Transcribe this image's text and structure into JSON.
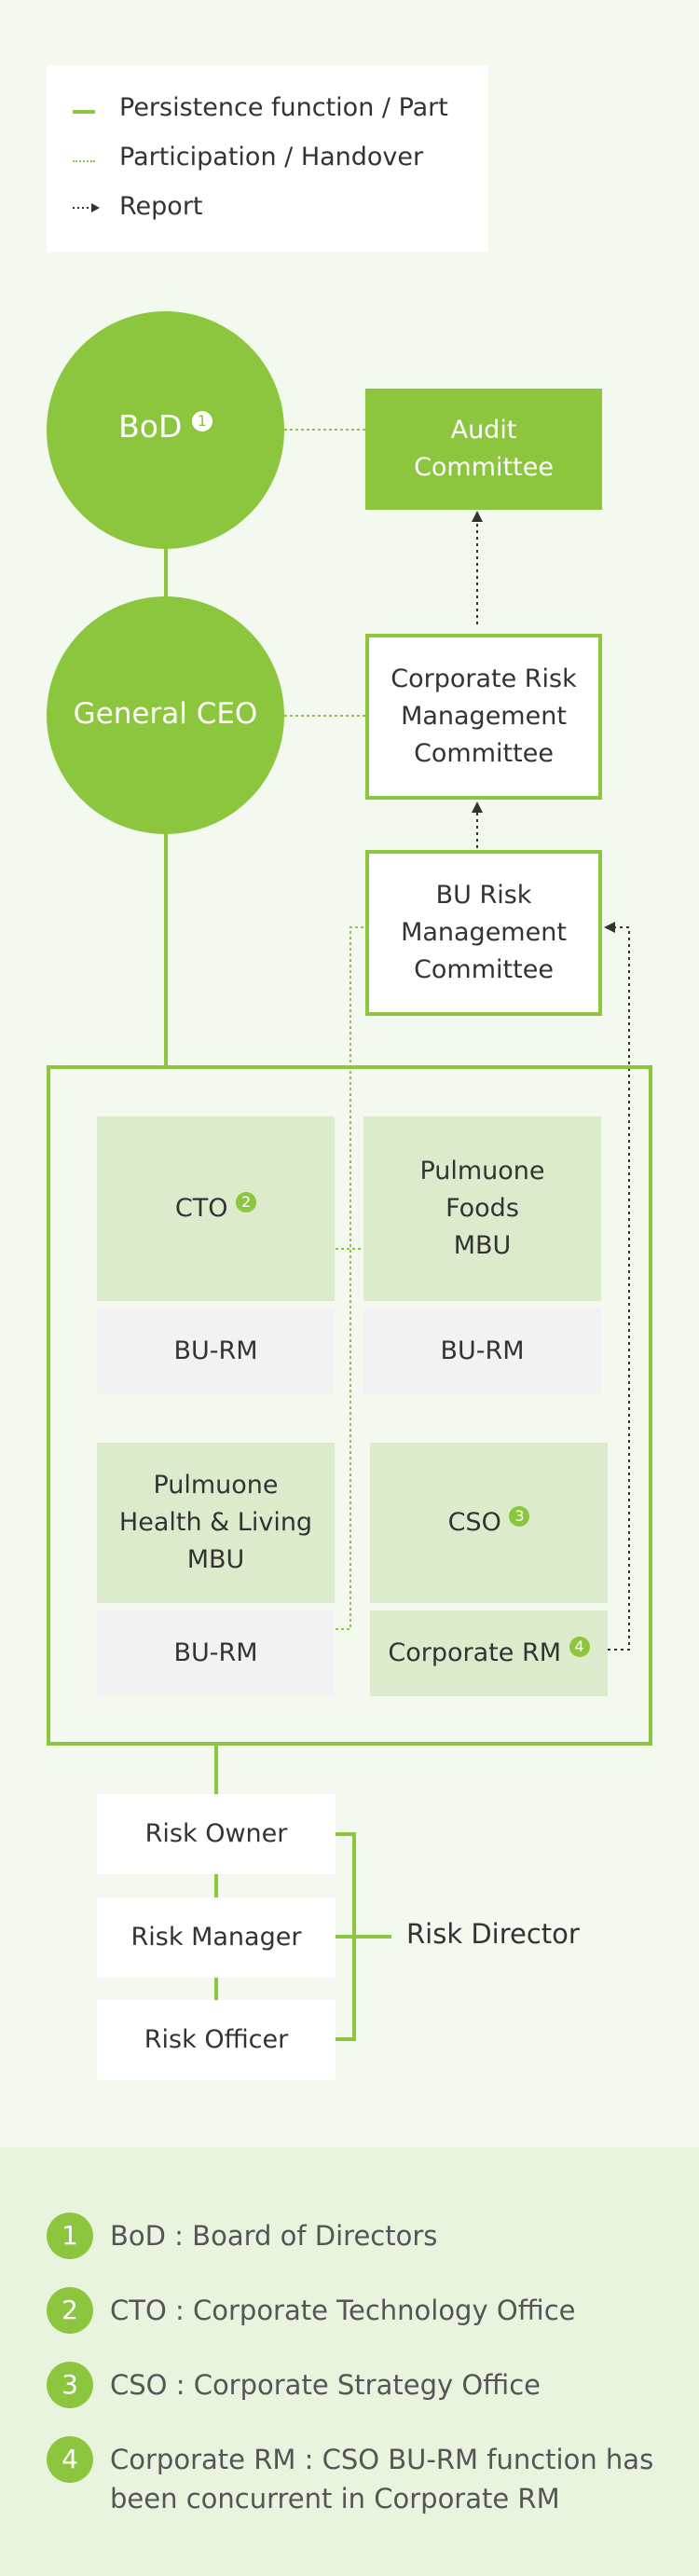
{
  "legend": {
    "persistence": "Persistence function / Part",
    "participation": "Participation / Handover",
    "report": "Report"
  },
  "nodes": {
    "bod": "BoD",
    "bod_num": "1",
    "audit_line1": "Audit",
    "audit_line2": "Committee",
    "ceo": "General CEO",
    "crmc_l1": "Corporate Risk",
    "crmc_l2": "Management",
    "crmc_l3": "Committee",
    "burmc_l1": "BU Risk",
    "burmc_l2": "Management",
    "burmc_l3": "Committee",
    "cto": "CTO",
    "cto_num": "2",
    "foods_l1": "Pulmuone",
    "foods_l2": "Foods",
    "foods_l3": "MBU",
    "burm_1": "BU-RM",
    "burm_2": "BU-RM",
    "health_l1": "Pulmuone",
    "health_l2": "Health & Living",
    "health_l3": "MBU",
    "cso": "CSO",
    "cso_num": "3",
    "burm_3": "BU-RM",
    "corp_rm": "Corporate RM",
    "corp_rm_num": "4",
    "risk_owner": "Risk Owner",
    "risk_manager": "Risk Manager",
    "risk_officer": "Risk Officer",
    "risk_director": "Risk Director"
  },
  "footnotes": [
    {
      "num": "1",
      "text": "BoD : Board of Directors"
    },
    {
      "num": "2",
      "text": "CTO : Corporate Technology Office"
    },
    {
      "num": "3",
      "text": "CSO : Corporate Strategy Office"
    },
    {
      "num": "4",
      "text_l1": "Corporate RM : CSO BU-RM function has",
      "text_l2": "been concurrent in Corporate RM"
    }
  ],
  "colors": {
    "accent": "#8cc63f",
    "light_green": "#dcebcc",
    "gray_box": "#f2f2f2",
    "background": "#f3f9ee",
    "footer_bg": "#e8f4de"
  }
}
